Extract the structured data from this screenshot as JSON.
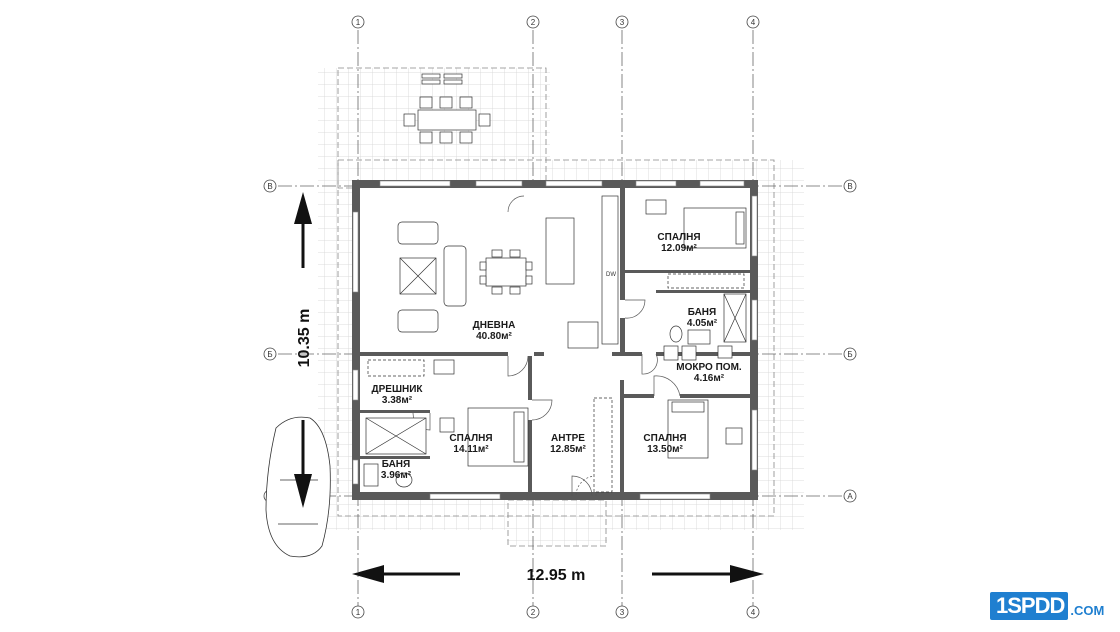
{
  "rooms": {
    "living": {
      "name": "ДНЕВНА",
      "area": "40.80м²"
    },
    "bed_ne": {
      "name": "СПАЛНЯ",
      "area": "12.09м²"
    },
    "bath_e": {
      "name": "БАНЯ",
      "area": "4.05м²"
    },
    "laundry": {
      "name": "МОКРО ПОМ.",
      "area": "4.16м²"
    },
    "closet": {
      "name": "ДРЕШНИК",
      "area": "3.38м²"
    },
    "bed_sw": {
      "name": "СПАЛНЯ",
      "area": "14.11м²"
    },
    "hall": {
      "name": "АНТРЕ",
      "area": "12.85м²"
    },
    "bed_se": {
      "name": "СПАЛНЯ",
      "area": "13.50м²"
    },
    "bath_w": {
      "name": "БАНЯ",
      "area": "3.96м²"
    }
  },
  "dimensions": {
    "width": "12.95 m",
    "depth": "10.35 m"
  },
  "axes": {
    "columns": [
      "1",
      "2",
      "3",
      "4"
    ],
    "rows": [
      "В",
      "Б",
      "А"
    ]
  },
  "appliance_label": "DW",
  "logo": {
    "mark": "1SPDD",
    "suffix": ".COM"
  },
  "colors": {
    "wall": "#5a5a5a",
    "grid": "#cfcfcf",
    "logo": "#1f7fd0"
  }
}
